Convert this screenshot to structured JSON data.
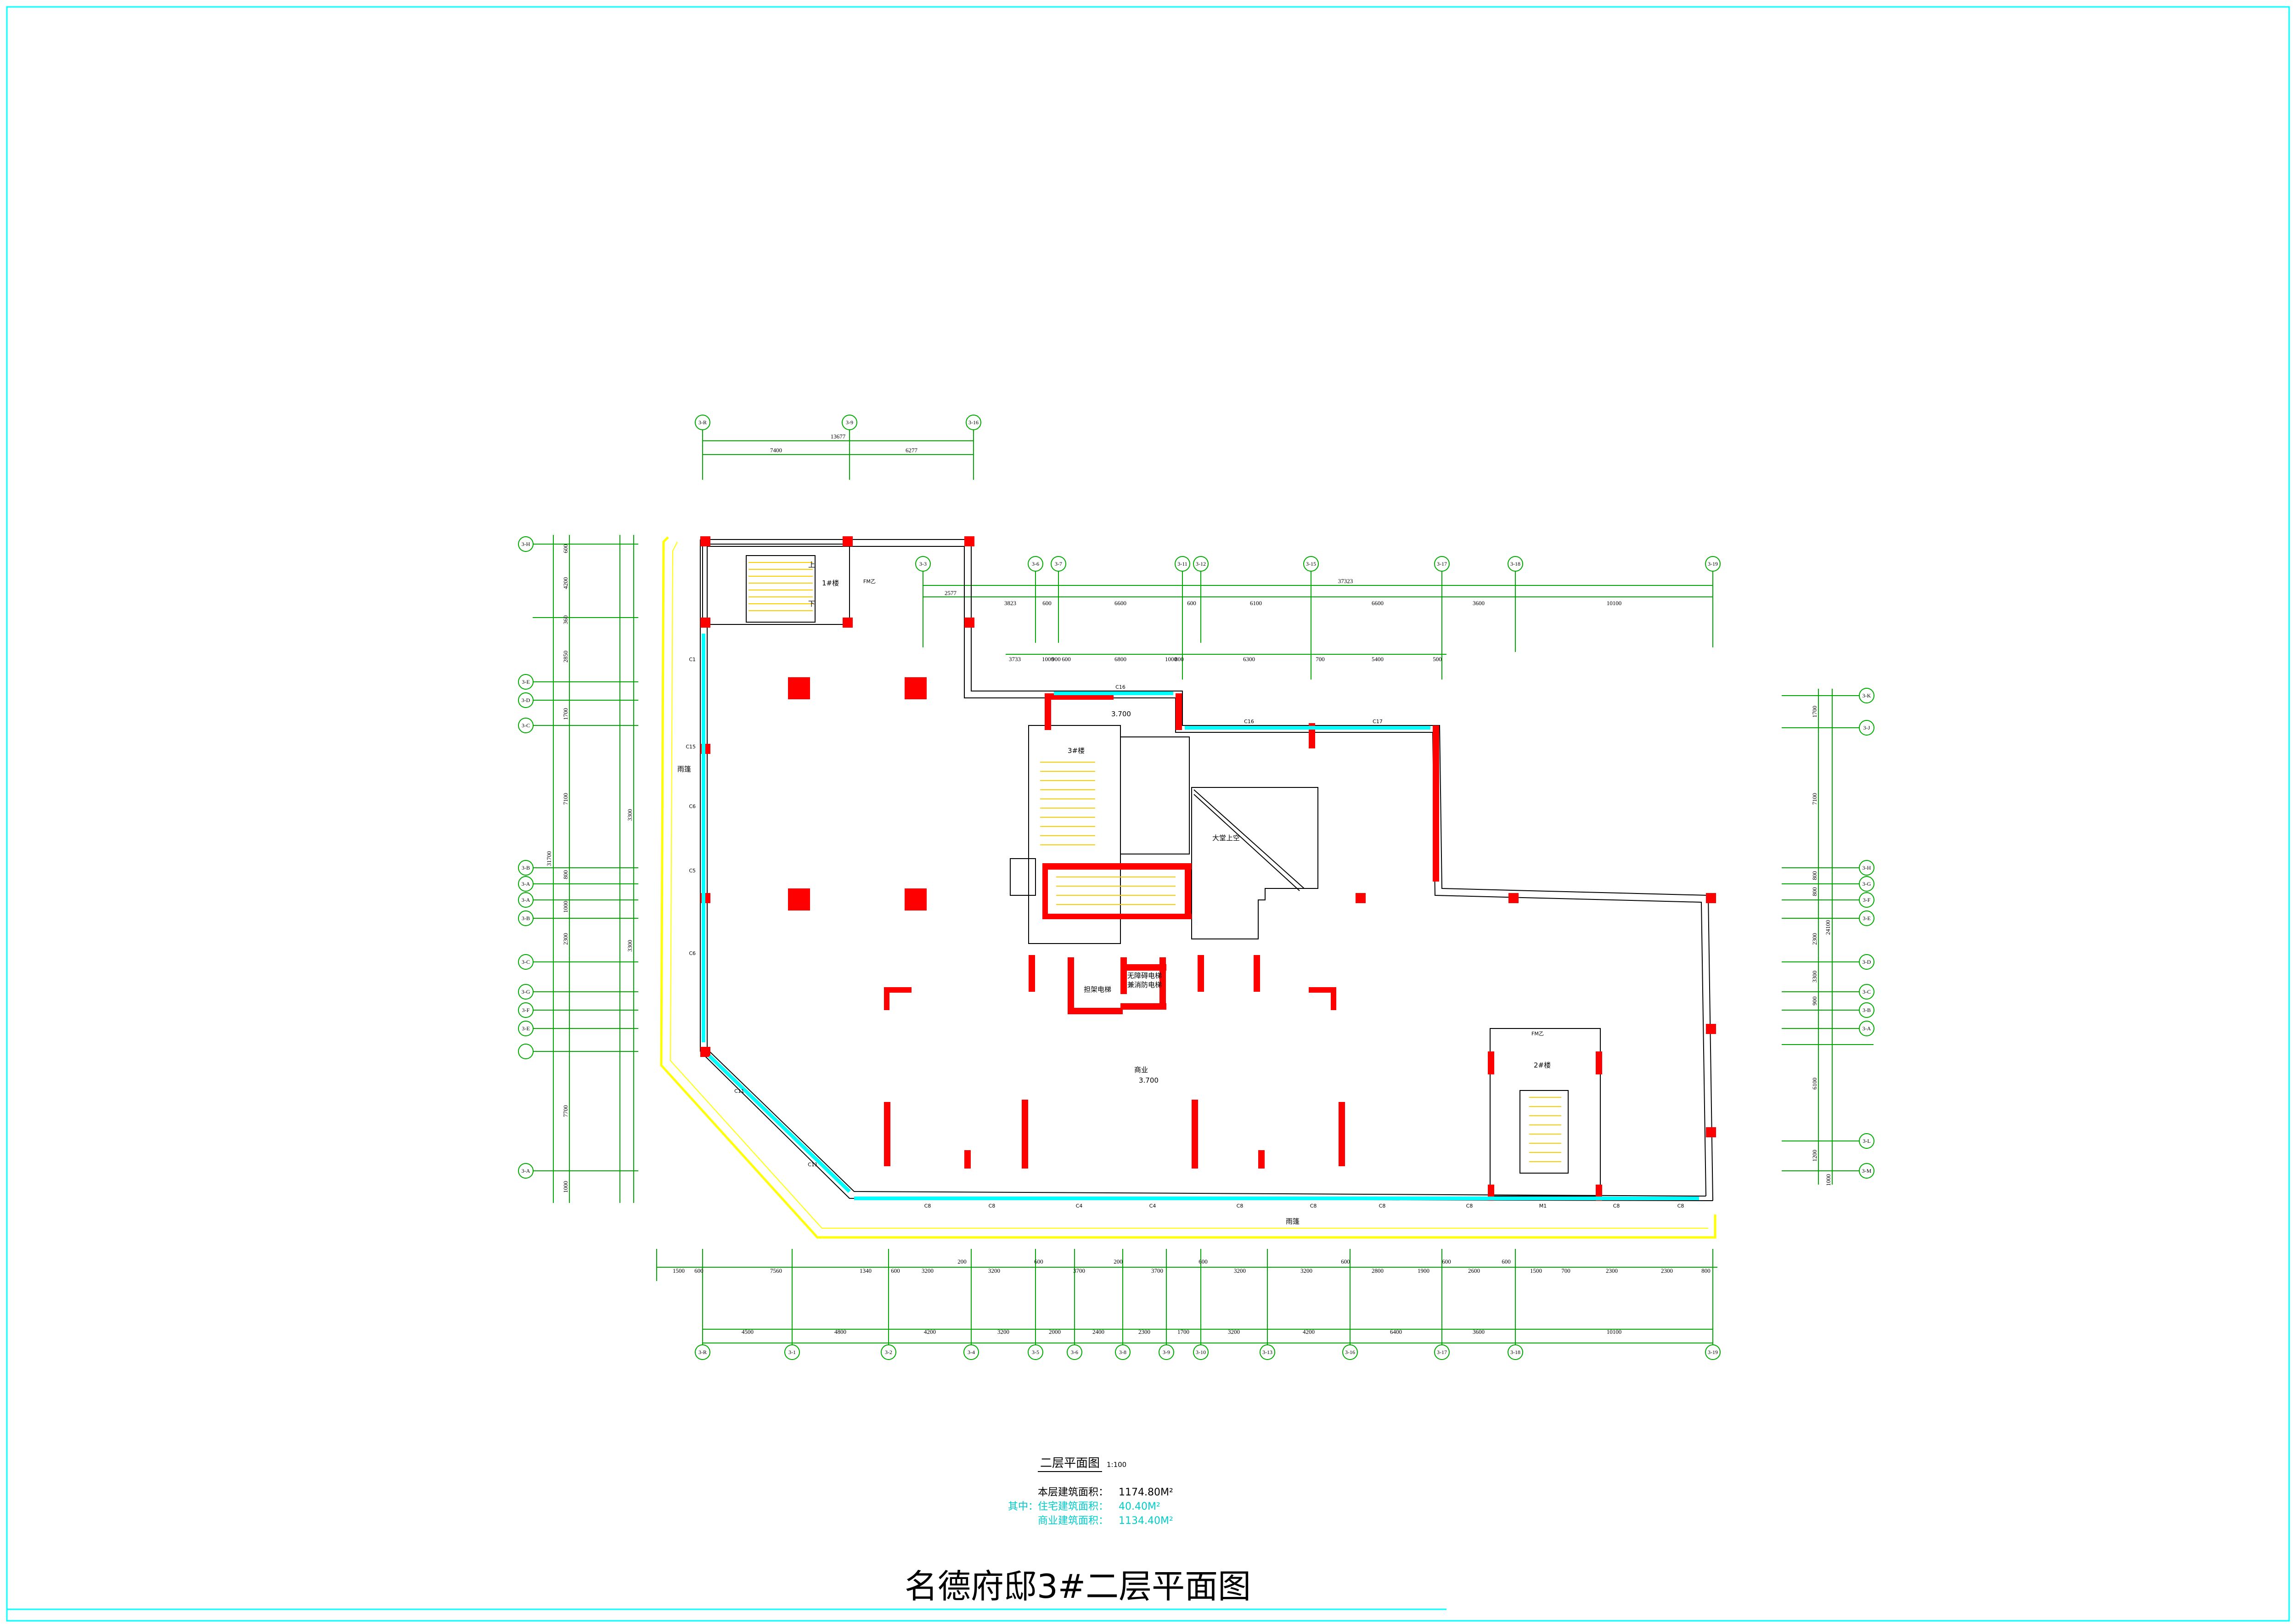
{
  "title": "名德府邸3#二层平面图",
  "plan_title": "二层平面图",
  "plan_scale": "1:100",
  "area": {
    "total_label": "本层建筑面积：",
    "total_value": "1174.80M²",
    "prefix": "其中：",
    "residential_label": "住宅建筑面积：",
    "residential_value": "40.40M²",
    "commercial_label": "商业建筑面积：",
    "commercial_value": "1134.40M²"
  },
  "rooms": {
    "stair1": "1#楼",
    "stair2": "2#楼",
    "stair_center": "3#楼",
    "void": "大堂上空",
    "commercial": "商业",
    "commercial_level": "3.700",
    "canopy_top": "雨篷",
    "canopy_left": "雨篷",
    "elev_freight": "担架电梯",
    "elev_barrier": "无障碍电梯",
    "elev_fire": "兼消防电梯",
    "level_mark": "3.700",
    "up": "上",
    "down": "下",
    "fm": "FM乙",
    "fm_b": "FM乙"
  },
  "top_axes": [
    "3-R",
    "3-9",
    "3-16"
  ],
  "top_dims_total": "13677",
  "top_dims": [
    "7400",
    "6277"
  ],
  "upper_axes": [
    "3-3",
    "3-6",
    "3-7",
    "3-11",
    "3-12",
    "3-15",
    "3-17",
    "3-18",
    "3-19"
  ],
  "upper_dims_total": "37323",
  "upper_dims": [
    "2577",
    "3823",
    "600",
    "6600",
    "600",
    "6100",
    "6600",
    "3600",
    "10100"
  ],
  "upper_dims2": [
    "3733",
    "1000",
    "900",
    "600",
    "6800",
    "1000",
    "800",
    "6300",
    "700",
    "5400",
    "500"
  ],
  "bottom_dims": [
    "1500",
    "600",
    "7560",
    "1340",
    "600",
    "3200",
    "200",
    "3200",
    "600",
    "3700",
    "200",
    "3700",
    "600",
    "3200",
    "3200",
    "600",
    "2800",
    "1900",
    "600",
    "2600",
    "600",
    "1500",
    "700",
    "2300",
    "2300",
    "800"
  ],
  "bottom_dims2": [
    "4500",
    "4800",
    "4200",
    "3200",
    "2000",
    "2400",
    "2300",
    "1700",
    "3200",
    "4200",
    "6400",
    "3600",
    "10100"
  ],
  "bottom_axes": [
    "3-R",
    "3-1",
    "3-2",
    "3-4",
    "3-5",
    "3-6",
    "3-8",
    "3-9",
    "3-10",
    "3-13",
    "3-16",
    "3-17",
    "3-18",
    "3-19"
  ],
  "left_axes": [
    "3-H",
    "3-E",
    "3-D",
    "3-C",
    "3-B",
    "3-A",
    "3-A",
    "3-B",
    "3-C",
    "3-G",
    "3-F",
    "3-E",
    "3-A"
  ],
  "right_axes": [
    "3-K",
    "3-J",
    "3-H",
    "3-G",
    "3-F",
    "3-E",
    "3-D",
    "3-C",
    "3-B",
    "3-A",
    "3-L",
    "3-M"
  ],
  "left_dims_total": "31700",
  "left_dims": [
    "600",
    "4200",
    "360",
    "2850",
    "1700",
    "7100",
    "800",
    "1000",
    "2300",
    "3300",
    "3300",
    "7700",
    "1000"
  ],
  "right_dims_total": "24100",
  "right_dims": [
    "1700",
    "7100",
    "800",
    "800",
    "2300",
    "3300",
    "900",
    "6100",
    "1200",
    "1000"
  ],
  "windows": [
    "C1",
    "C8",
    "C8",
    "C4",
    "C4",
    "C8",
    "C8",
    "C8",
    "C8",
    "C8",
    "C8",
    "C16",
    "C16",
    "C17",
    "C15",
    "C11",
    "C11",
    "C6",
    "C5",
    "C6",
    "M1"
  ],
  "colors": {
    "wall": "#ff0000",
    "window": "#00ffff",
    "dimension": "#00aa00",
    "outline": "#000000",
    "canopy": "#ffff00",
    "frame": "#00ffff",
    "area_alt": "#00cccc"
  }
}
